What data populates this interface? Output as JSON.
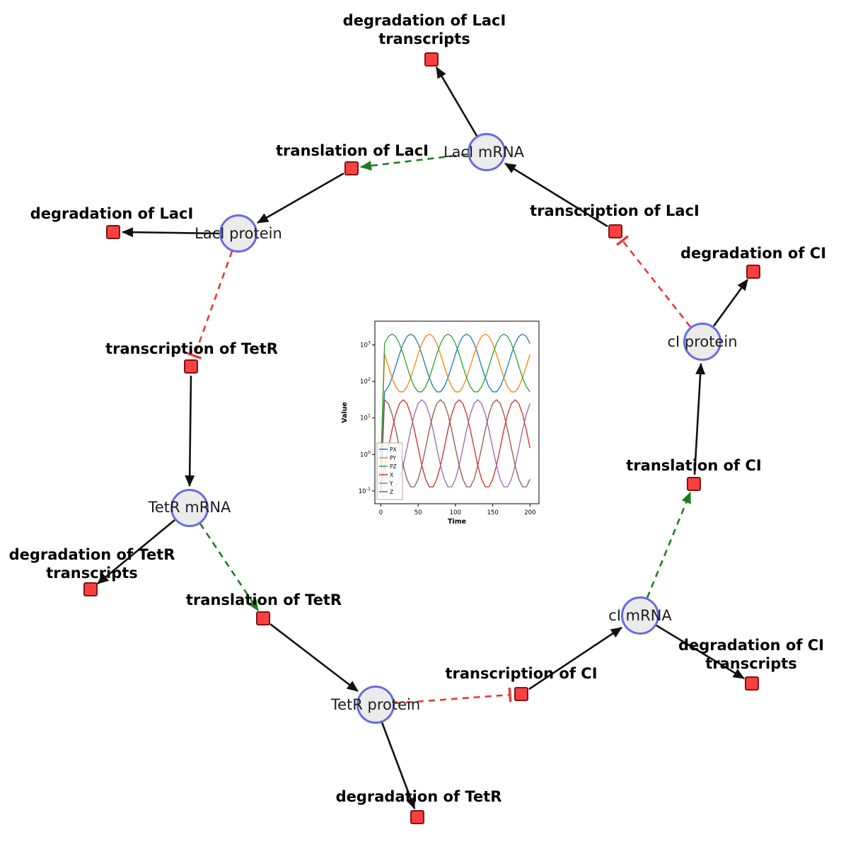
{
  "diagram": {
    "species": [
      {
        "label": "LacI mRNA"
      },
      {
        "label": "LacI protein"
      },
      {
        "label": "TetR mRNA"
      },
      {
        "label": "TetR protein"
      },
      {
        "label": "cI mRNA"
      },
      {
        "label": "cI protein"
      }
    ],
    "reactions": [
      {
        "label": "degradation of LacI\ntranscripts"
      },
      {
        "label": "translation of LacI"
      },
      {
        "label": "transcription of LacI"
      },
      {
        "label": "degradation of LacI"
      },
      {
        "label": "degradation of CI"
      },
      {
        "label": "transcription of TetR"
      },
      {
        "label": "translation of CI"
      },
      {
        "label": "degradation of TetR\ntranscripts"
      },
      {
        "label": "translation of TetR"
      },
      {
        "label": "degradation of CI\ntranscripts"
      },
      {
        "label": "transcription of CI"
      },
      {
        "label": "degradation of TetR"
      }
    ],
    "edge_colors": {
      "reaction": "#111111",
      "modifier": "#1e7d1e",
      "inhibition": "#e53935"
    },
    "node_colors": {
      "species_fill": "#ebebeb",
      "species_border": "#6a6ae0",
      "reaction_fill": "#fb4040",
      "reaction_border": "#7d1414"
    }
  },
  "chart_data": {
    "type": "line",
    "title": "",
    "xlabel": "Time",
    "ylabel": "Value",
    "y_scale": "log",
    "x_ticks": [
      0,
      50,
      100,
      150,
      200
    ],
    "y_tick_exponents": [
      -1,
      0,
      1,
      2,
      3
    ],
    "xlim": [
      -8,
      212
    ],
    "ylim_log10": [
      -1.35,
      3.65
    ],
    "legend_position": "left-lower",
    "x": [
      0,
      5,
      10,
      15,
      20,
      25,
      30,
      35,
      40,
      45,
      50,
      55,
      60,
      65,
      70,
      75,
      80,
      85,
      90,
      95,
      100,
      105,
      110,
      115,
      120,
      125,
      130,
      135,
      140,
      145,
      150,
      155,
      160,
      165,
      170,
      175,
      180,
      185,
      190,
      195,
      200
    ],
    "series": [
      {
        "name": "PX",
        "color": "#1f77b4",
        "values": [
          0.5,
          52,
          71,
          126,
          261,
          559,
          1085,
          1702,
          1995,
          1702,
          1085,
          559,
          261,
          126,
          71,
          52,
          52,
          71,
          126,
          261,
          559,
          1085,
          1702,
          1995,
          1702,
          1085,
          559,
          261,
          126,
          71,
          52,
          52,
          71,
          126,
          261,
          559,
          1085,
          1702,
          1995,
          1702,
          1085
        ]
      },
      {
        "name": "PY",
        "color": "#ff7f0e",
        "values": [
          0.5,
          559,
          261,
          126,
          71,
          52,
          52,
          71,
          126,
          261,
          559,
          1085,
          1702,
          1995,
          1702,
          1085,
          559,
          261,
          126,
          71,
          52,
          52,
          71,
          126,
          261,
          559,
          1085,
          1702,
          1995,
          1702,
          1085,
          559,
          261,
          126,
          71,
          52,
          52,
          71,
          126,
          261,
          559
        ]
      },
      {
        "name": "PZ",
        "color": "#2ca02c",
        "values": [
          0.5,
          1085,
          1702,
          1995,
          1702,
          1085,
          559,
          261,
          126,
          71,
          52,
          52,
          71,
          126,
          261,
          559,
          1085,
          1702,
          1995,
          1702,
          1085,
          559,
          261,
          126,
          71,
          52,
          52,
          71,
          126,
          261,
          559,
          1085,
          1702,
          1995,
          1702,
          1085,
          559,
          261,
          126,
          71,
          52
        ]
      },
      {
        "name": "X",
        "color": "#d62728",
        "values": [
          0.1,
          0.5,
          1.5,
          4.7,
          12.7,
          24.9,
          31.6,
          24.9,
          12.7,
          4.7,
          1.5,
          0.5,
          0.21,
          0.13,
          0.13,
          0.21,
          0.5,
          1.5,
          4.7,
          12.7,
          24.9,
          31.6,
          24.9,
          12.7,
          4.7,
          1.5,
          0.5,
          0.21,
          0.13,
          0.13,
          0.21,
          0.5,
          1.5,
          4.7,
          12.7,
          24.9,
          31.6,
          24.9,
          12.7,
          4.7,
          1.5
        ]
      },
      {
        "name": "Y",
        "color": "#9467bd",
        "values": [
          0.1,
          0.5,
          0.21,
          0.13,
          0.13,
          0.21,
          0.5,
          1.5,
          4.7,
          12.7,
          24.9,
          31.6,
          24.9,
          12.7,
          4.7,
          1.5,
          0.5,
          0.21,
          0.13,
          0.13,
          0.21,
          0.5,
          1.5,
          4.7,
          12.7,
          24.9,
          31.6,
          24.9,
          12.7,
          4.7,
          1.5,
          0.5,
          0.21,
          0.13,
          0.13,
          0.21,
          0.5,
          1.5,
          4.7,
          12.7,
          24.9
        ]
      },
      {
        "name": "Z",
        "color": "#8c564b",
        "values": [
          0.1,
          31.6,
          24.9,
          12.7,
          4.7,
          1.5,
          0.5,
          0.21,
          0.13,
          0.13,
          0.21,
          0.5,
          1.5,
          4.7,
          12.7,
          24.9,
          31.6,
          24.9,
          12.7,
          4.7,
          1.5,
          0.5,
          0.21,
          0.13,
          0.13,
          0.21,
          0.5,
          1.5,
          4.7,
          12.7,
          24.9,
          31.6,
          24.9,
          12.7,
          4.7,
          1.5,
          0.5,
          0.21,
          0.13,
          0.13,
          0.21
        ]
      }
    ]
  }
}
